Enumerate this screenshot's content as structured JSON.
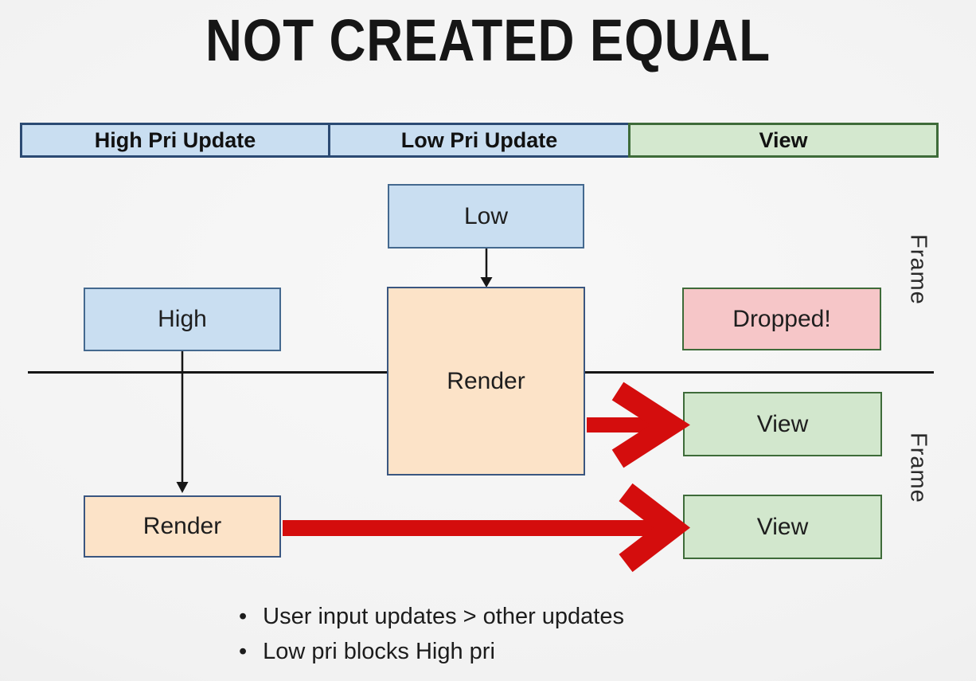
{
  "slide": {
    "title": "NOT CREATED EQUAL"
  },
  "legend_bar": {
    "segments": [
      {
        "label": "High Pri Update",
        "kind": "update"
      },
      {
        "label": "Low Pri Update",
        "kind": "update"
      },
      {
        "label": "View",
        "kind": "view"
      }
    ]
  },
  "diagram": {
    "boxes": {
      "low": "Low",
      "high": "High",
      "render_low_pri": "Render",
      "dropped": "Dropped!",
      "view_frame_1": "View",
      "render_high_pri": "Render",
      "view_frame_2": "View"
    },
    "frame_label_1": "Frame",
    "frame_label_2": "Frame"
  },
  "bullets": [
    "User input updates > other updates",
    "Low pri blocks High pri"
  ],
  "colors": {
    "update_fill": "#c9def1",
    "update_border": "#44698f",
    "legend_update_border": "#2b4a73",
    "view_fill": "#d2e7cd",
    "view_border": "#3e6b39",
    "render_fill": "#fce3c8",
    "render_border": "#3a5680",
    "dropped_fill": "#f6c6c8",
    "arrow_red": "#d40d0d",
    "line_black": "#161616"
  }
}
